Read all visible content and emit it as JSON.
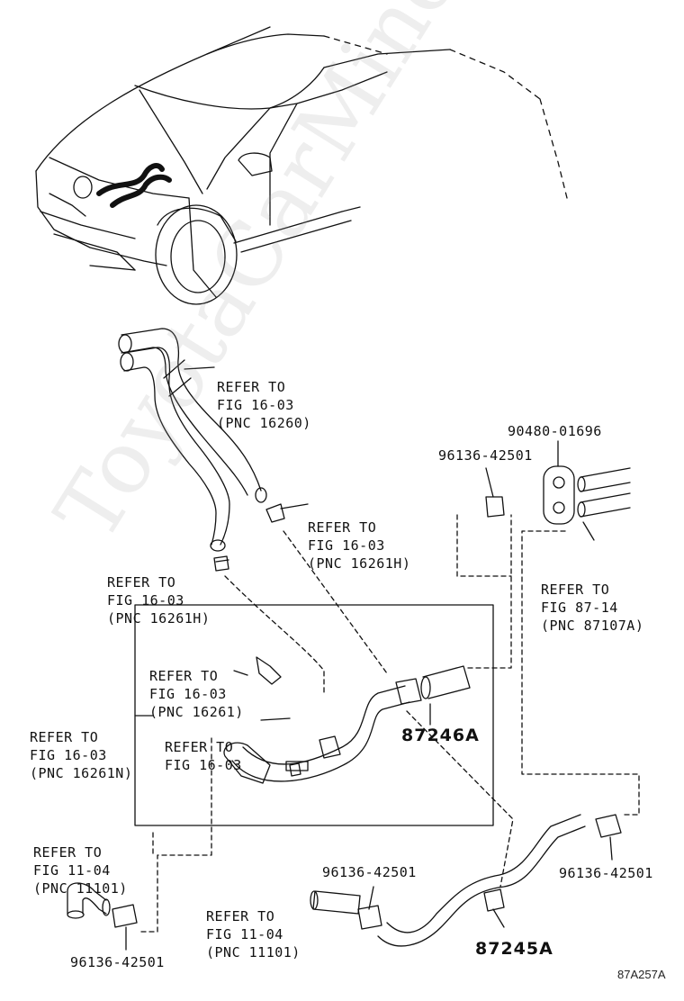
{
  "watermark": "ToyotaCarMine.ru",
  "figure_id": "87A257A",
  "labels": {
    "refer_16260": [
      "REFER TO",
      "FIG 16-03",
      "(PNC 16260)"
    ],
    "refer_16261h_right": [
      "REFER TO",
      "FIG 16-03",
      "(PNC 16261H)"
    ],
    "refer_16261h_left": [
      "REFER TO",
      "FIG 16-03",
      "(PNC 16261H)"
    ],
    "refer_16261": [
      "REFER TO",
      "FIG 16-03",
      "(PNC 16261)"
    ],
    "refer_fig1603": [
      "REFER TO",
      "FIG 16-03"
    ],
    "refer_16261n": [
      "REFER TO",
      "FIG 16-03",
      "(PNC 16261N)"
    ],
    "refer_87107a": [
      "REFER TO",
      "FIG 87-14",
      "(PNC 87107A)"
    ],
    "refer_11101_left": [
      "REFER TO",
      "FIG 11-04",
      "(PNC 11101)"
    ],
    "refer_11101_mid": [
      "REFER TO",
      "FIG 11-04",
      "(PNC 11101)"
    ]
  },
  "part_numbers": {
    "grommet": "90480-01696",
    "clip_top": "96136-42501",
    "clip_right": "96136-42501",
    "clip_mid": "96136-42501",
    "clip_bottom_left": "96136-42501",
    "hose_a": "87246A",
    "hose_b": "87245A"
  }
}
